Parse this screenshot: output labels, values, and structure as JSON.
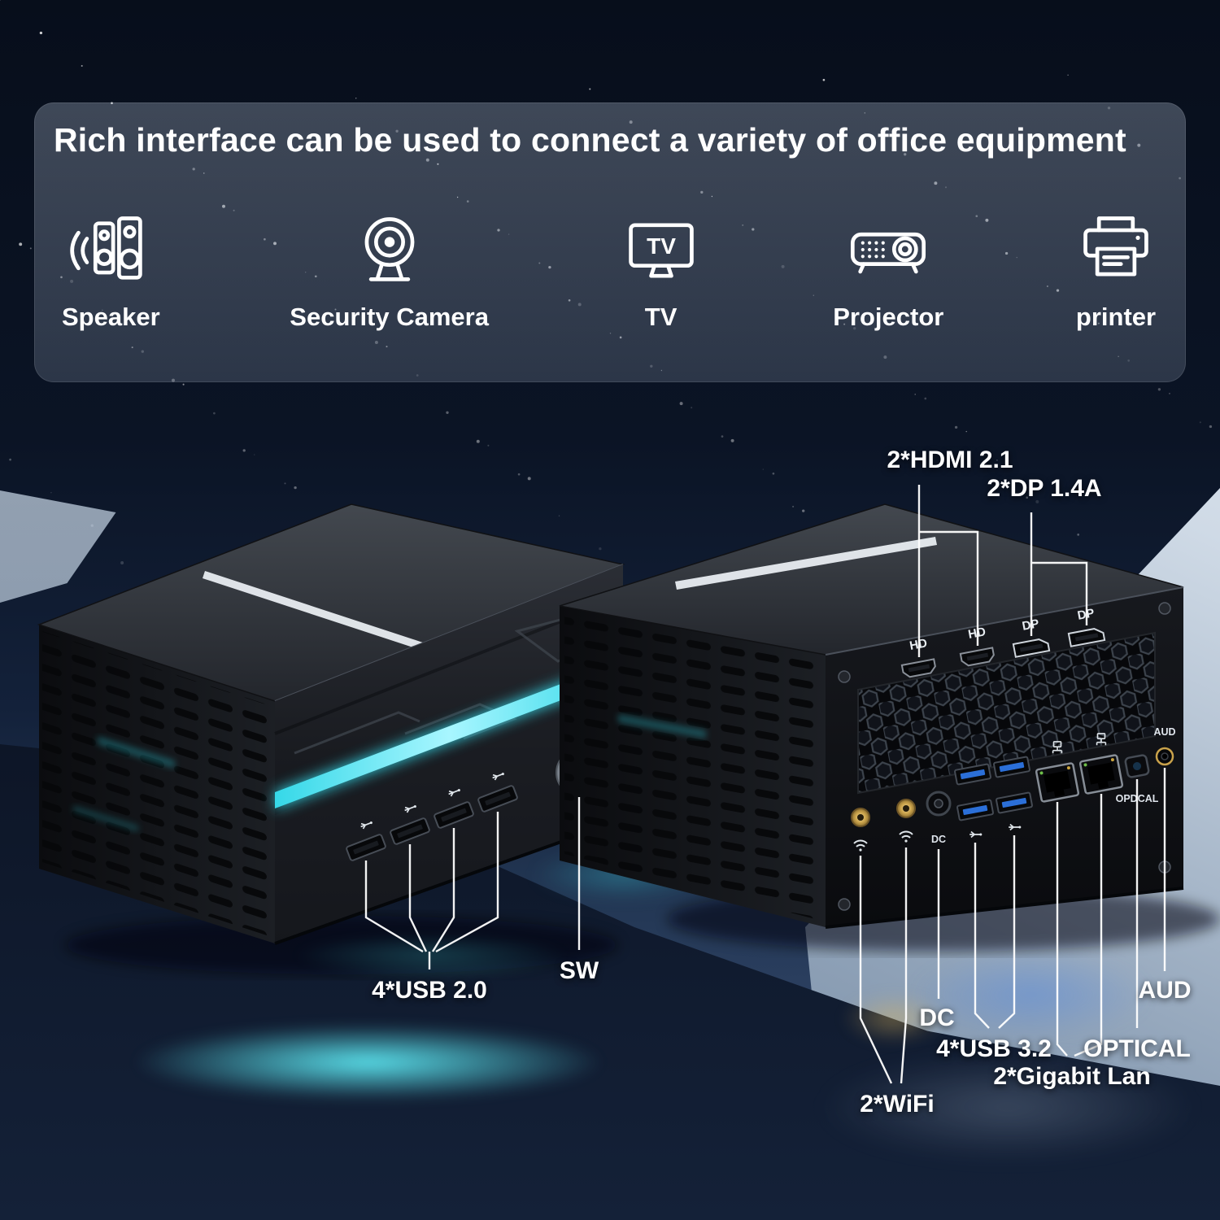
{
  "header": {
    "title": "Rich interface can be used to connect a variety of office equipment",
    "devices": [
      {
        "name": "speaker",
        "label": "Speaker"
      },
      {
        "name": "security-camera",
        "label": "Security Camera"
      },
      {
        "name": "tv",
        "label": "TV"
      },
      {
        "name": "projector",
        "label": "Projector"
      },
      {
        "name": "printer",
        "label": "printer"
      }
    ],
    "tv_icon_text": "TV"
  },
  "callouts": {
    "hdmi": "2*HDMI 2.1",
    "dp": "2*DP 1.4A",
    "usb2": "4*USB 2.0",
    "sw": "SW",
    "wifi": "2*WiFi",
    "dc": "DC",
    "usb3": "4*USB 3.2",
    "lan": "2*Gigabit Lan",
    "optical": "OPTICAL",
    "aud": "AUD"
  },
  "device_tags": {
    "hd1": "HD",
    "hd2": "HD",
    "dp1": "DP",
    "dp2": "DP",
    "dc": "DC",
    "optical": "OPDCAL",
    "aud": "AUD"
  },
  "colors": {
    "led_cyan": "#4fe3f0",
    "usb3_blue": "#2b6fd8",
    "antenna_gold": "#c9a24b",
    "sky_dark": "#0b1425"
  }
}
